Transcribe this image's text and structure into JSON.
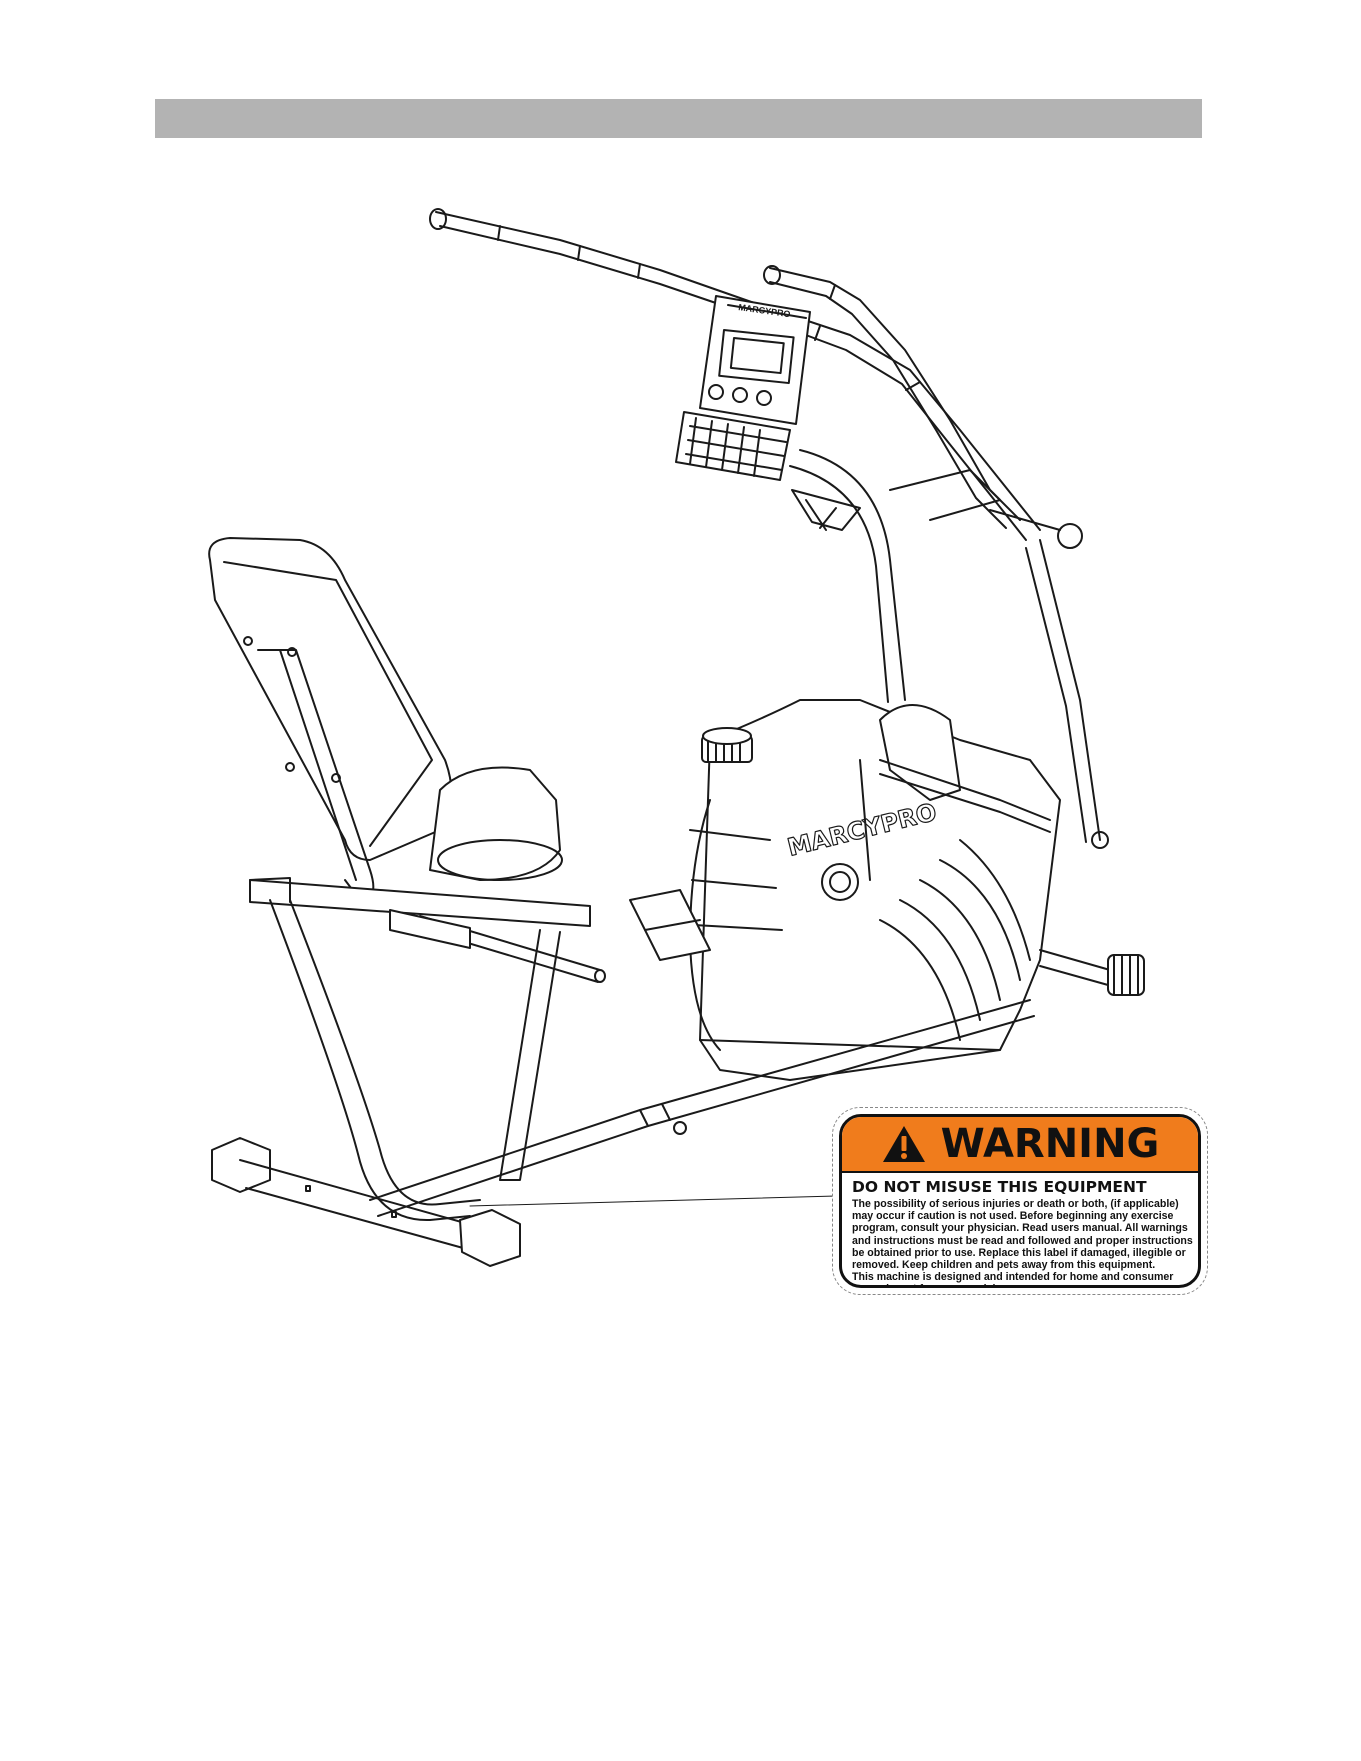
{
  "illustration": {
    "console_brand": "MARCYPRO",
    "body_brand": "MARCYPRO"
  },
  "warning_label": {
    "title": "WARNING",
    "subtitle": "DO NOT MISUSE THIS EQUIPMENT",
    "body": "The possibility of serious injuries or death or both, (if applicable)\nmay occur if caution is not used. Before beginning any exercise\nprogram, consult your physician. Read users manual. All warnings\nand instructions must be read and followed and proper instructions\nbe obtained prior to use. Replace this label if damaged, illegible or\nremoved. Keep children and pets away from this equipment.\nThis machine is designed and intended for home and consumer\nuse only, not for commercial use.",
    "colors": {
      "header": "#f07c1c",
      "border": "#111111"
    },
    "icon": "warning-triangle-icon"
  }
}
